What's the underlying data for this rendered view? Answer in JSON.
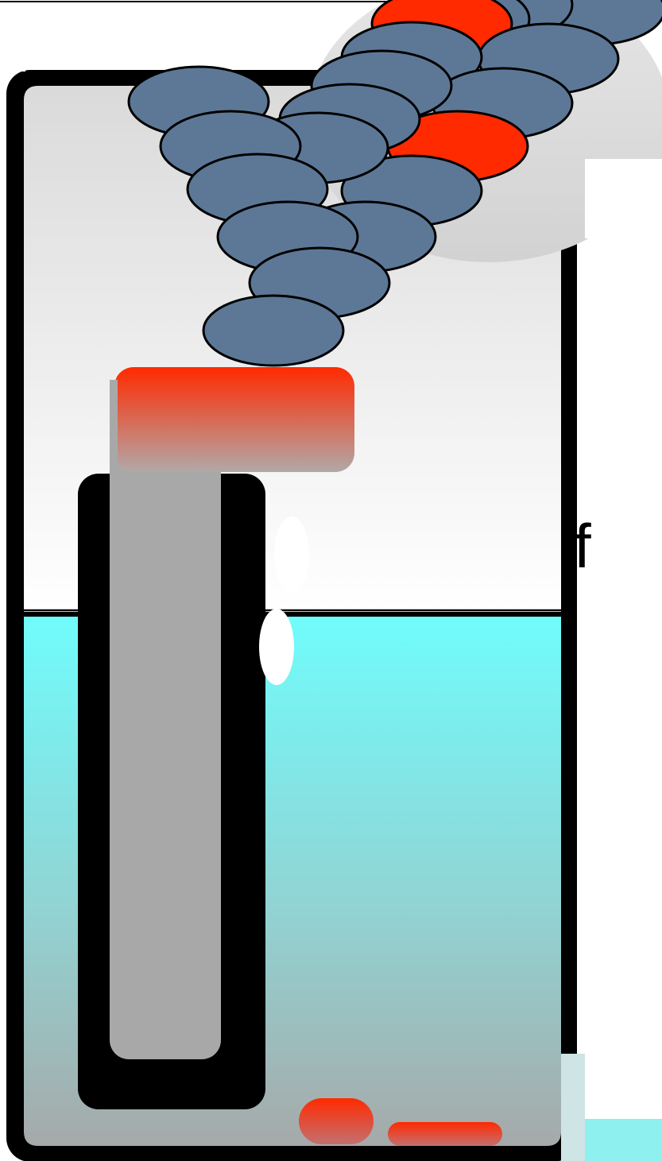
{
  "stray_text": "f",
  "colors": {
    "frame": "#000000",
    "air_top": "#dcdcdc",
    "air_bottom": "#ffffff",
    "water_top": "#6ffcfc",
    "water_bottom": "#a5a9a9",
    "stone": "#5d7896",
    "stone_highlight": "#ff2a00",
    "plunger_cap_top": "#ff2a00",
    "plunger_cap_bottom": "#b0a8a8",
    "tube_outer": "#000000",
    "tube_inner": "#a8a8a8",
    "bubble": "#ffffff",
    "halo": "#dcdcdc"
  },
  "stones": {
    "total": 22,
    "red": 3
  },
  "bubbles": 2,
  "sediment_pieces": 2
}
